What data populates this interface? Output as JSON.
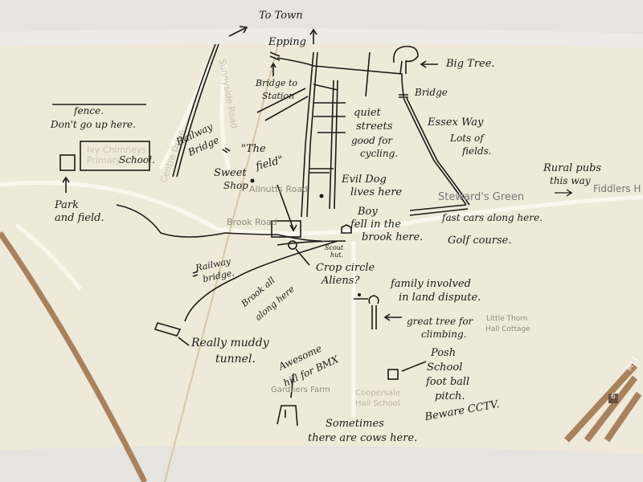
{
  "map": {
    "printed_labels": {
      "centre_drive": "Centre Drive",
      "sunnyside_road": "Sunnyside Road",
      "ivy_chimneys": "Ivy Chimneys",
      "primary": "Primary",
      "allnutts_road": "Allnutts Road",
      "brook_road": "Brook Road",
      "stewards_green": "Steward's Green",
      "fiddlers_hamlet": "Fiddlers H",
      "little_thorn_1": "Little Thorn",
      "little_thorn_2": "Hall Cottage",
      "gardners_farm": "Gardners Farm",
      "coopersale_1": "Coopersale",
      "coopersale_2": "Hall School",
      "motorway": "M11",
      "junction": "6"
    },
    "annotations": {
      "to_town": "To Town",
      "epping": "Epping",
      "bridge_to_station_1": "Bridge to",
      "bridge_to_station_2": "Station",
      "fence_1": "fence.",
      "fence_2": "Don't go up here.",
      "school": "School.",
      "park_1": "Park",
      "park_2": "and field.",
      "railway_bridge_top_1": "Railway",
      "railway_bridge_top_2": "Bridge",
      "the_field_1": "\"The",
      "the_field_2": "field\"",
      "sweet_shop_1": "Sweet",
      "sweet_shop_2": "Shop",
      "quiet_1": "quiet",
      "quiet_2": "streets",
      "quiet_3": "good for",
      "quiet_4": "cycling.",
      "evil_dog_1": "Evil Dog",
      "evil_dog_2": "lives here",
      "boy_1": "Boy",
      "boy_2": "fell in the",
      "boy_3": "brook here.",
      "big_tree": "Big Tree.",
      "bridge": "Bridge",
      "essex_way": "Essex Way",
      "lots_1": "Lots of",
      "lots_2": "fields.",
      "rural_1": "Rural pubs",
      "rural_2": "this way",
      "fast_cars": "fast cars along here.",
      "golf": "Golf course.",
      "scout_1": "Scout",
      "scout_2": "hut.",
      "crop_1": "Crop circle",
      "crop_2": "Aliens?",
      "railway_bridge_low_1": "Railway",
      "railway_bridge_low_2": "bridge.",
      "brook_1": "Brook all",
      "brook_2": "along here",
      "family_1": "family involved",
      "family_2": "in land dispute.",
      "great_tree_1": "great tree for",
      "great_tree_2": "climbing.",
      "tunnel_1": "Really muddy",
      "tunnel_2": "tunnel.",
      "bmx_1": "Awesome",
      "bmx_2": "hill for BMX",
      "posh_1": "Posh",
      "posh_2": "School",
      "posh_3": "foot ball",
      "posh_4": "pitch.",
      "cctv": "Beware CCTV.",
      "cows_1": "Sometimes",
      "cows_2": "there are cows here."
    }
  }
}
